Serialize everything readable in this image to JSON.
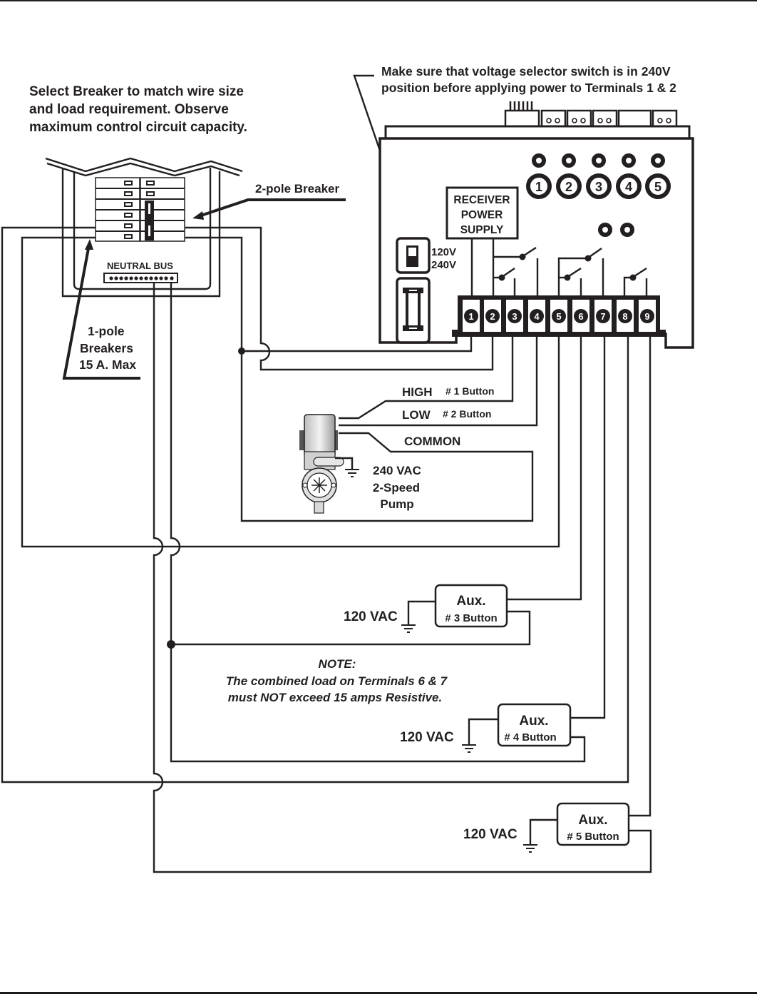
{
  "notes": {
    "breaker_instruction": [
      "Select Breaker to match wire size",
      "and load requirement.  Observe",
      "maximum control circuit capacity."
    ],
    "voltage_instruction": [
      "Make sure that voltage selector switch is in 240V",
      "position before applying power to Terminals 1 & 2"
    ],
    "load_note_title": "NOTE:",
    "load_note": [
      "The combined load on Terminals 6 & 7",
      "must NOT exceed 15 amps Resistive."
    ]
  },
  "panel": {
    "two_pole_label": "2-pole Breaker",
    "one_pole_label": [
      "1-pole",
      "Breakers",
      "15 A. Max"
    ],
    "neutral_bus_label": "NEUTRAL BUS"
  },
  "control_box": {
    "receiver_label": [
      "RECEIVER",
      "POWER",
      "SUPPLY"
    ],
    "voltage_options": [
      "120V",
      "240V"
    ],
    "button_numbers": [
      "1",
      "2",
      "3",
      "4",
      "5"
    ],
    "terminals": [
      "1",
      "2",
      "3",
      "4",
      "5",
      "6",
      "7",
      "8",
      "9"
    ]
  },
  "pump": {
    "high_label": "HIGH",
    "high_button": "# 1 Button",
    "low_label": "LOW",
    "low_button": "# 2 Button",
    "common_label": "COMMON",
    "description": [
      "240 VAC",
      "2-Speed",
      "Pump"
    ]
  },
  "aux_loads": [
    {
      "title": "Aux.",
      "button": "# 3 Button",
      "voltage": "120 VAC"
    },
    {
      "title": "Aux.",
      "button": "# 4 Button",
      "voltage": "120 VAC"
    },
    {
      "title": "Aux.",
      "button": "# 5 Button",
      "voltage": "120 VAC"
    }
  ]
}
